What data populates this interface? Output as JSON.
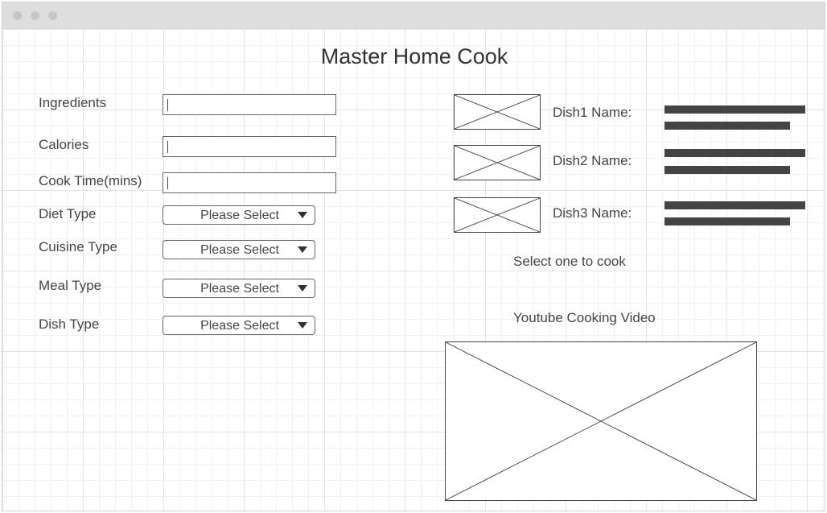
{
  "page_title": "Master Home Cook",
  "form": {
    "ingredients_label": "Ingredients",
    "calories_label": "Calories",
    "cook_time_label": "Cook Time(mins)",
    "diet_type_label": "Diet Type",
    "cuisine_type_label": "Cuisine Type",
    "meal_type_label": "Meal Type",
    "dish_type_label": "Dish Type",
    "select_placeholder": "Please Select"
  },
  "results": {
    "dish1_label": "Dish1 Name:",
    "dish2_label": "Dish2 Name:",
    "dish3_label": "Dish3 Name:",
    "select_prompt": "Select one to cook",
    "video_label": "Youtube Cooking Video"
  },
  "icons": {
    "window_controls": [
      "close-icon",
      "minimize-icon",
      "maximize-icon"
    ],
    "dropdown": "triangle-down-icon",
    "image_placeholder": "image-placeholder-icon"
  },
  "colors": {
    "text": "#444444",
    "border": "#666666",
    "bars": "#444444",
    "grid": "#e3e3e3",
    "titlebar": "#dedede"
  }
}
